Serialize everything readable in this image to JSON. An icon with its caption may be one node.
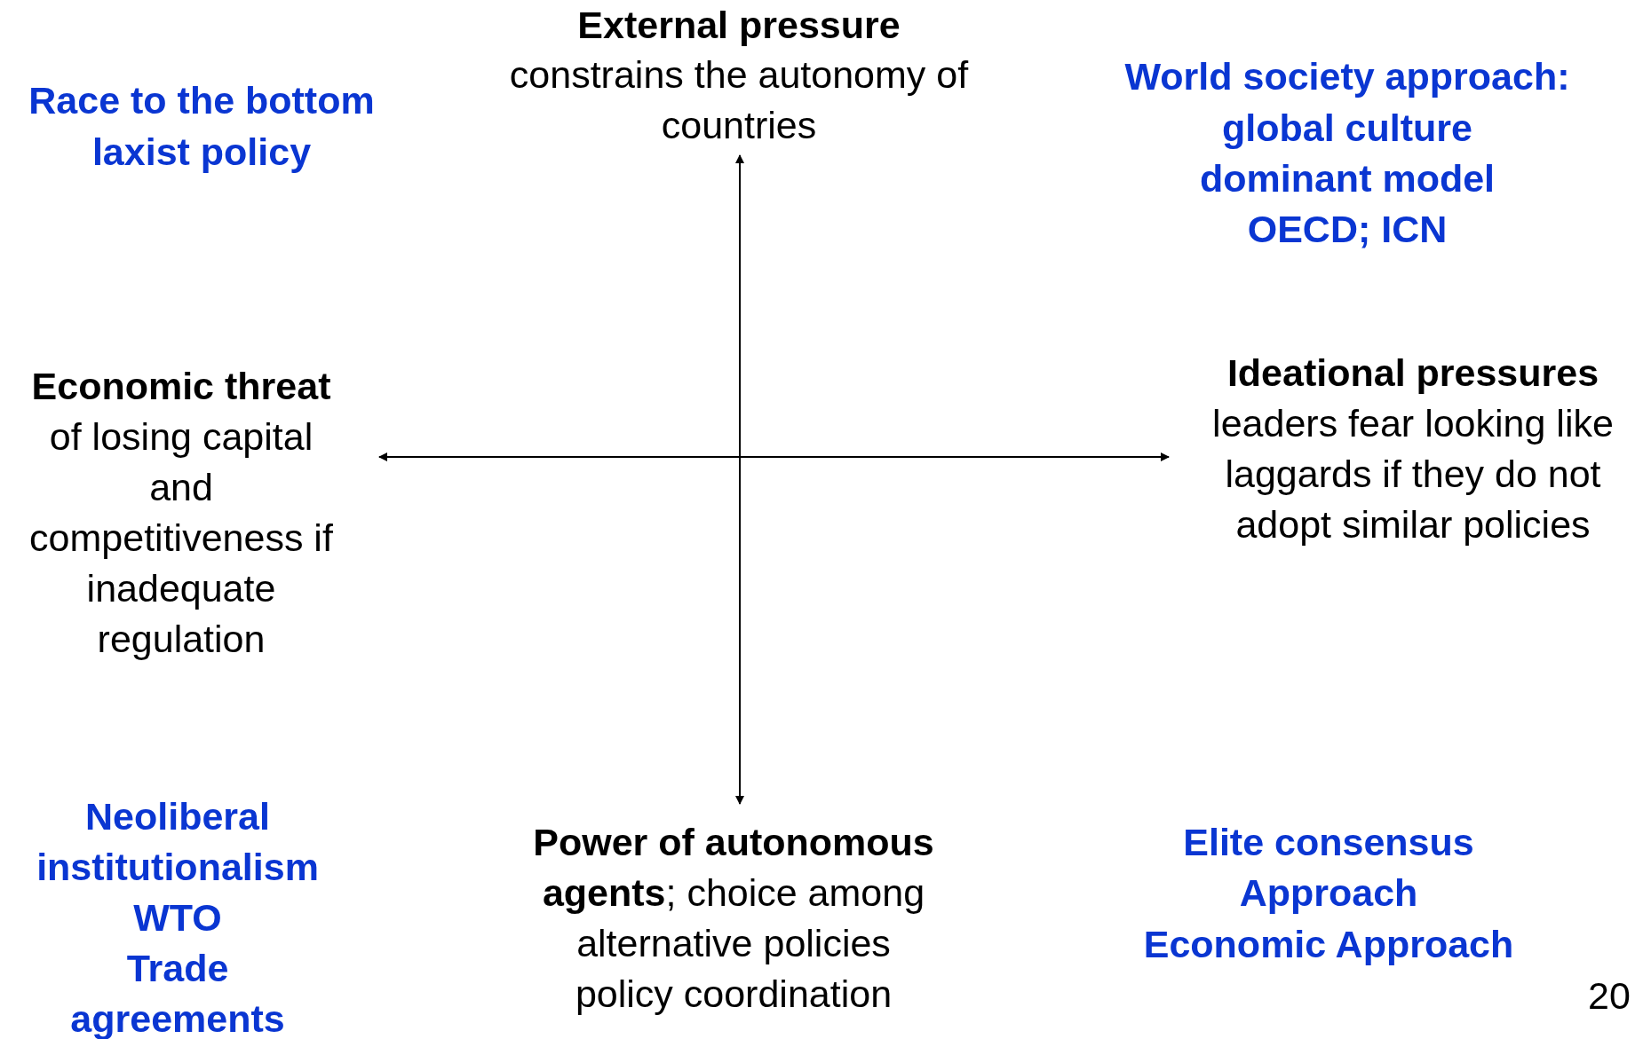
{
  "diagram": {
    "labels": [
      "Race to the bottom",
      "laxist policy",
      "External pressure",
      "constrains the autonomy of countries",
      "World society approach:",
      "global culture",
      "dominant model",
      "OECD; ICN",
      "Economic threat",
      "of losing capital and competitiveness if inadequate regulation",
      "Ideational pressures",
      "leaders fear looking like laggards if they do not adopt similar policies",
      "Neoliberal institutionalism",
      "WTO",
      "Trade agreements",
      "**Power of autonomous agents**; choice among alternative policies policy coordination",
      "Elite consensus Approach",
      "Economic Approach",
      "20"
    ]
  }
}
